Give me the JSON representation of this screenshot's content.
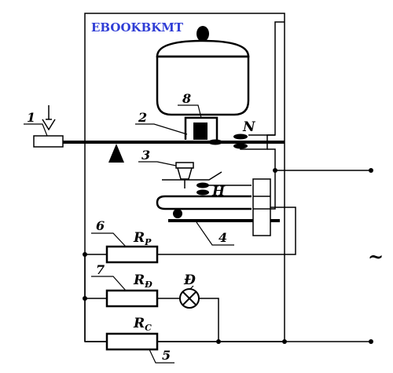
{
  "watermark": "EBOOKBKMT",
  "labels": {
    "n1": "1",
    "n2": "2",
    "n3": "3",
    "n4": "4",
    "n5": "5",
    "n6": "6",
    "n7": "7",
    "n8": "8",
    "contact_N": "N",
    "contact_H": "H",
    "lamp_D": "Đ",
    "r_main": "R",
    "rp_sub": "P",
    "rd_sub": "Đ",
    "rc_sub": "C",
    "ac_symbol": "~"
  }
}
